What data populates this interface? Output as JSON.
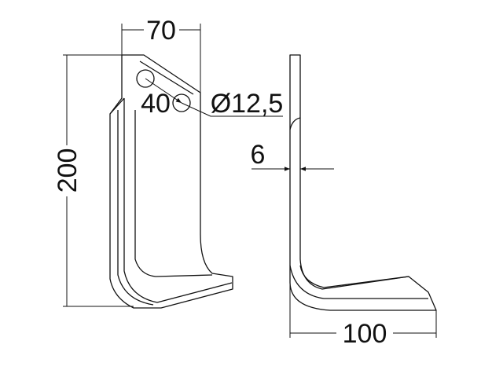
{
  "dimensions": {
    "width_top": "70",
    "height_left": "200",
    "hole_spacing": "40",
    "hole_diameter": "Ø12,5",
    "thickness": "6",
    "depth_bottom": "100"
  },
  "colors": {
    "line": "#111111",
    "background": "#ffffff"
  }
}
